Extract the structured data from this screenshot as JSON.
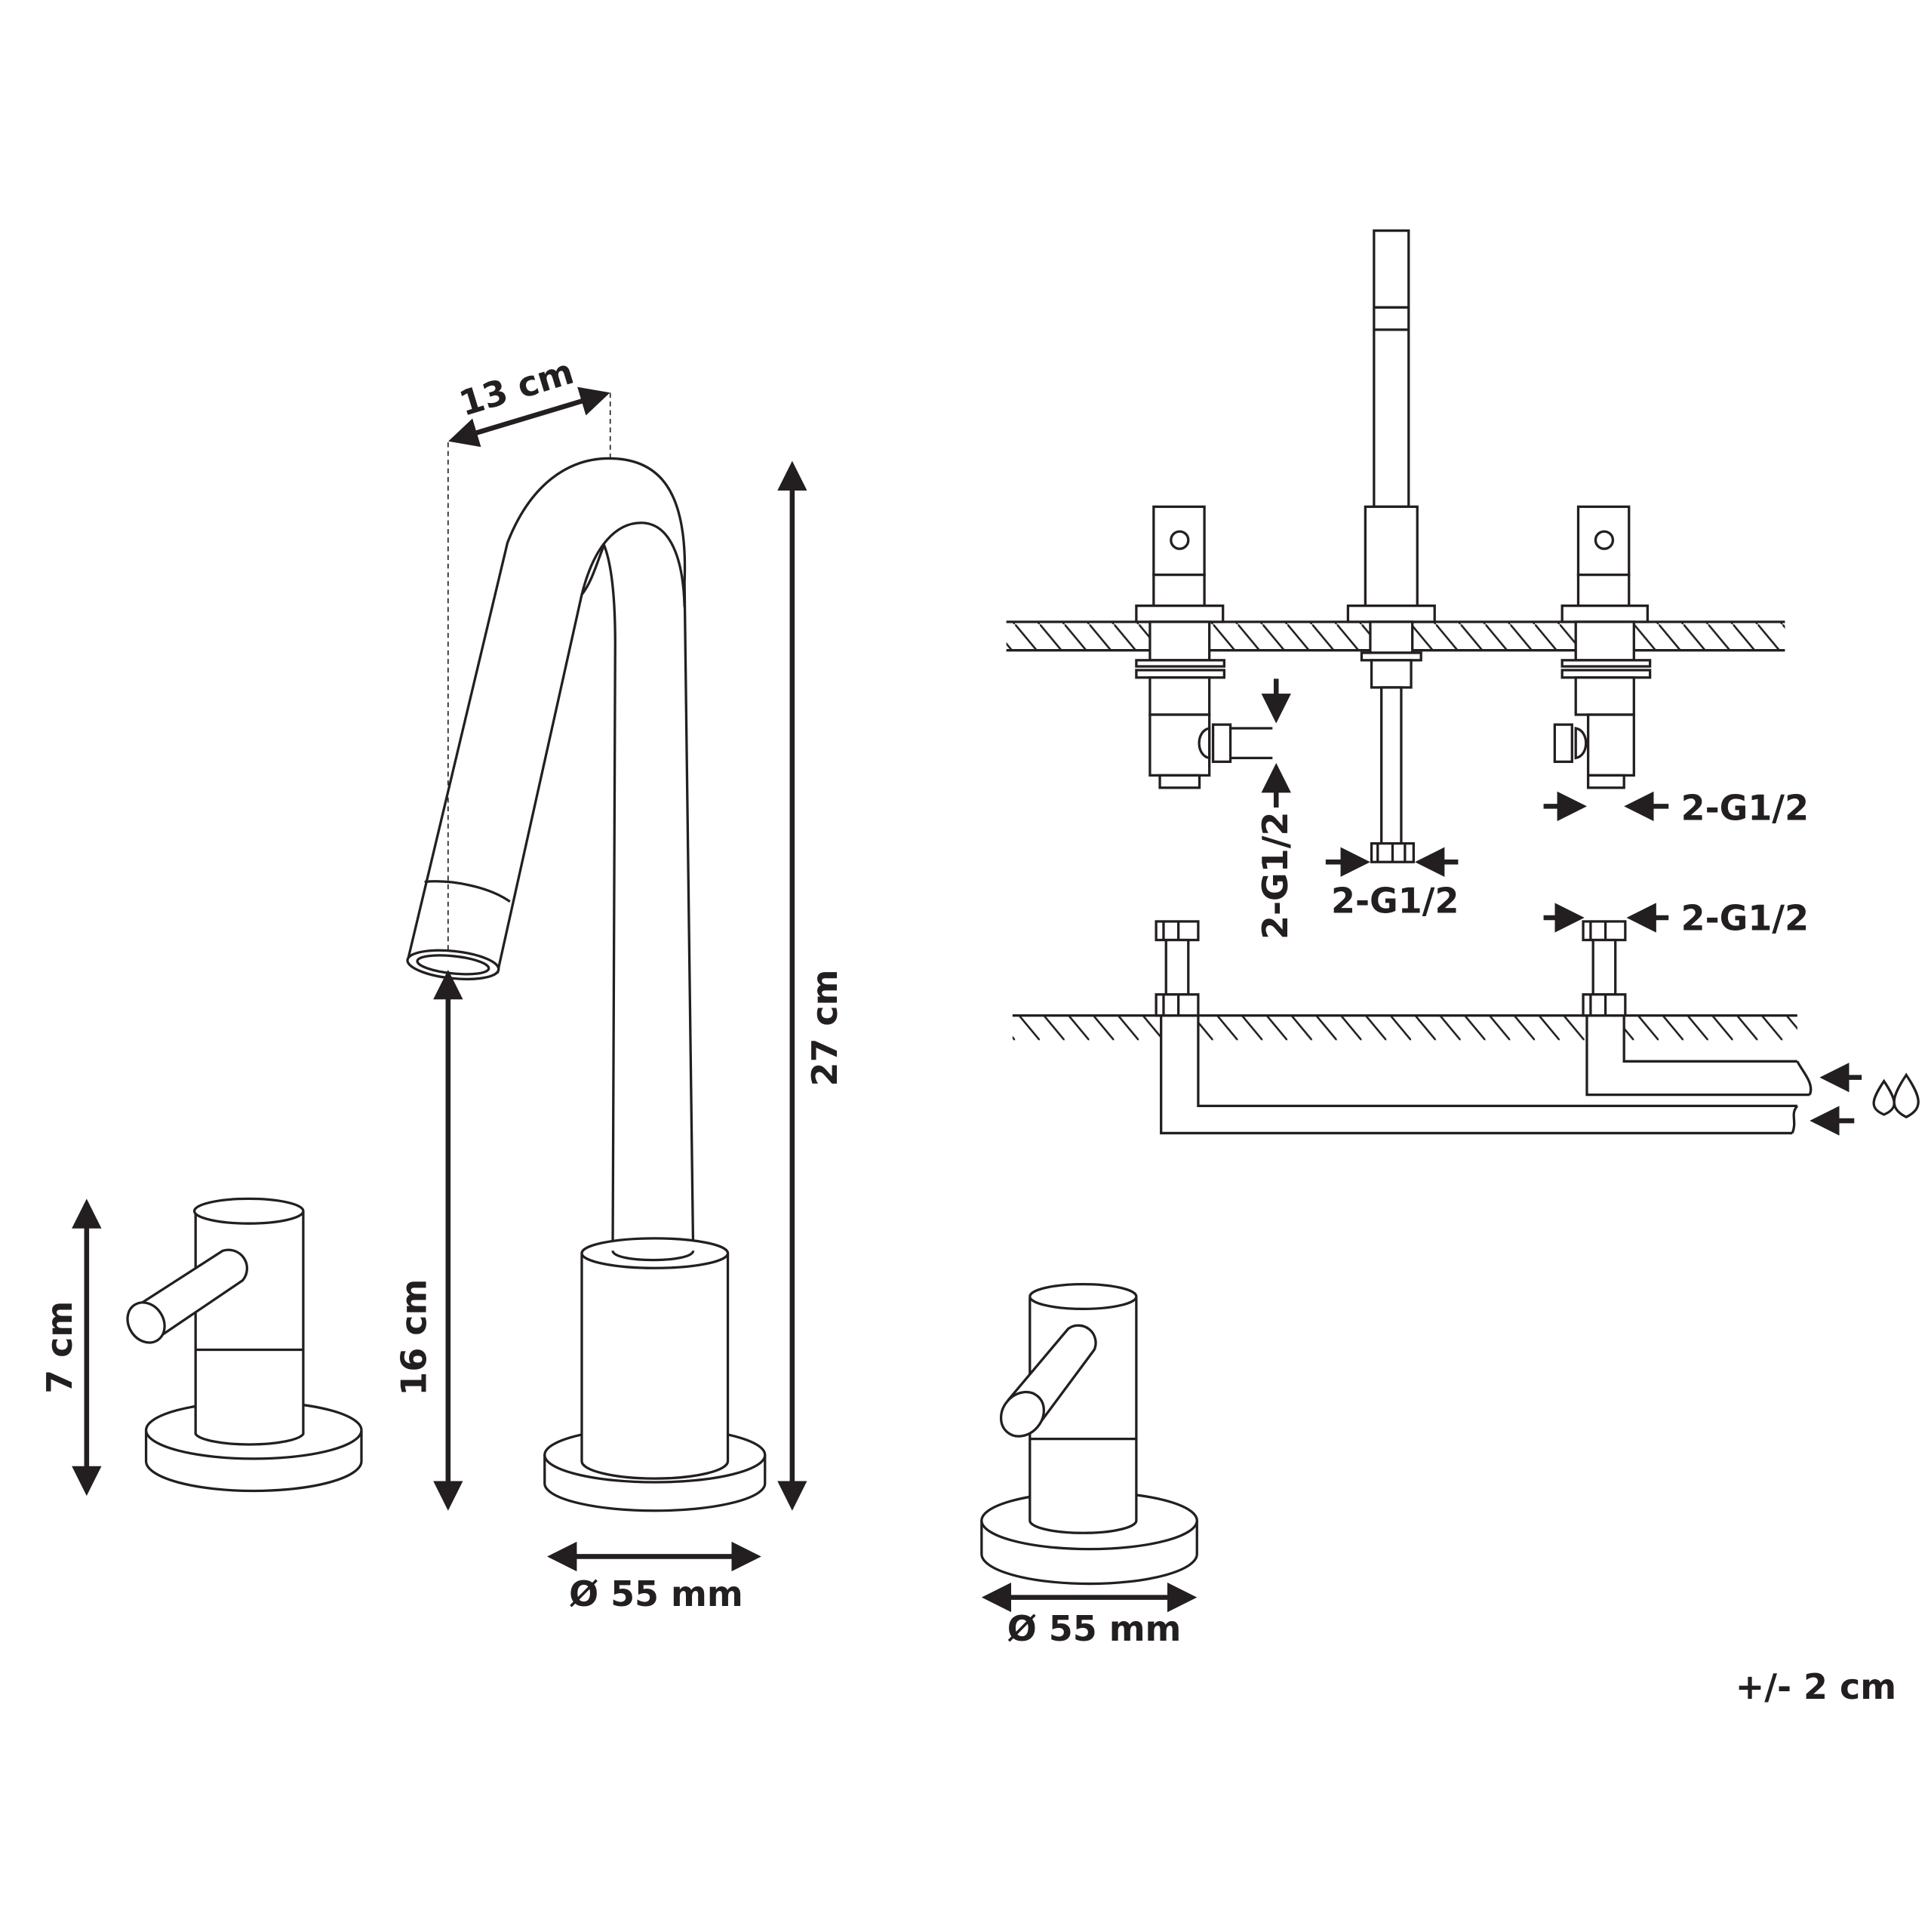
{
  "title": "Faucet set dimensions diagram",
  "dimensions": {
    "spout_reach": "13 cm",
    "total_height": "27 cm",
    "spout_height": "16 cm",
    "handle_height": "7 cm",
    "mixer_base_diameter": "Ø 55 mm",
    "handle_base_diameter": "Ø 55 mm",
    "tolerance": "+/- 2 cm"
  },
  "connections": {
    "left_valve_outlet": "2-G1/2",
    "spout_connector": "2-G1/2",
    "right_valve_outlet": "2-G1/2",
    "supply_connector": "2-G1/2"
  },
  "icons": {
    "water": "water-drops-icon"
  },
  "colors": {
    "line": "#231f20",
    "background": "#ffffff"
  }
}
